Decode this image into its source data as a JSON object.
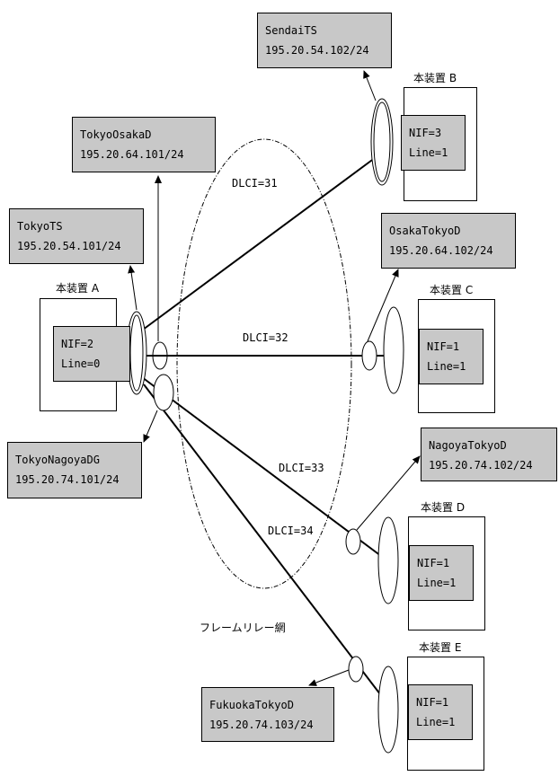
{
  "labels": {
    "sendai": {
      "name": "SendaiTS",
      "ip": "195.20.54.102/24"
    },
    "tokyo_osaka": {
      "name": "TokyoOsakaD",
      "ip": "195.20.64.101/24"
    },
    "tokyo_ts": {
      "name": "TokyoTS",
      "ip": "195.20.54.101/24"
    },
    "osaka_tokyo": {
      "name": "OsakaTokyoD",
      "ip": "195.20.64.102/24"
    },
    "tokyo_nagoya": {
      "name": "TokyoNagoyaDG",
      "ip": "195.20.74.101/24"
    },
    "nagoya_tokyo": {
      "name": "NagoyaTokyoD",
      "ip": "195.20.74.102/24"
    },
    "fukuoka_tokyo": {
      "name": "FukuokaTokyoD",
      "ip": "195.20.74.103/24"
    }
  },
  "devices": {
    "a": {
      "title": "本装置 A",
      "nif": "NIF=2",
      "line": "Line=0"
    },
    "b": {
      "title": "本装置 B",
      "nif": "NIF=3",
      "line": "Line=1"
    },
    "c": {
      "title": "本装置 C",
      "nif": "NIF=1",
      "line": "Line=1"
    },
    "d": {
      "title": "本装置 D",
      "nif": "NIF=1",
      "line": "Line=1"
    },
    "e": {
      "title": "本装置 E",
      "nif": "NIF=1",
      "line": "Line=1"
    }
  },
  "dlci": {
    "d31": "DLCI=31",
    "d32": "DLCI=32",
    "d33": "DLCI=33",
    "d34": "DLCI=34"
  },
  "network_label": "フレームリレー網"
}
